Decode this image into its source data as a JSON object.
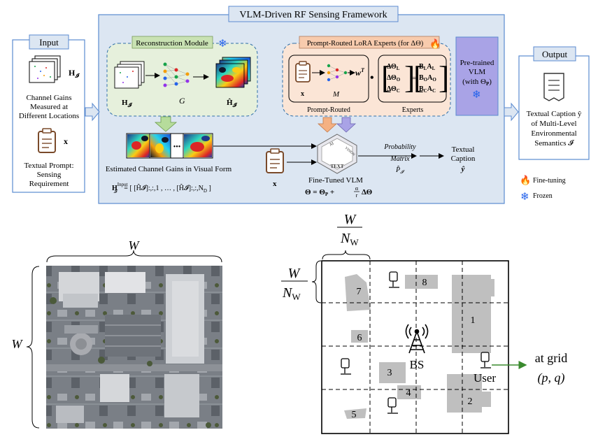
{
  "framework": {
    "title": "VLM-Driven RF Sensing Framework",
    "input_title": "Input",
    "output_title": "Output",
    "input_h_label": "H",
    "input_h_sub": "𝓘",
    "input_caption_1": "Channel Gains",
    "input_caption_2": "Measured at",
    "input_caption_3": "Different Locations",
    "input_x_label": "x",
    "prompt_caption_1": "Textual Prompt:",
    "prompt_caption_2": "Sensing",
    "prompt_caption_3": "Requirement",
    "recon_title": "Reconstruction Module",
    "recon_h_in": "H",
    "recon_h_in_sub": "𝓘",
    "recon_g": "G",
    "recon_h_out": "Ĥ",
    "recon_h_out_sub": "𝓘",
    "lora_title": "Prompt-Routed LoRA Experts (for ΔΘ)",
    "router_x": "x",
    "router_m": "M",
    "router_w": "w",
    "router_w_sup": "T",
    "router_dot": "•",
    "delta_rows": [
      "ΔΘ",
      "ΔΘ",
      "ΔΘ"
    ],
    "delta_subs": [
      "L",
      "O",
      "C"
    ],
    "ba_b": [
      "B",
      "B",
      "B"
    ],
    "ba_a": [
      "A",
      "A",
      "A"
    ],
    "ba_subs": [
      "L",
      "O",
      "C"
    ],
    "prompt_routed_label": "Prompt-Routed",
    "experts_label": "Experts",
    "pretrained_1": "Pre-trained",
    "pretrained_2": "VLM",
    "pretrained_3": "(with Θ",
    "pretrained_3_sub": "P",
    "pretrained_3_end": ")",
    "visual_caption": "Estimated Channel Gains in Visual Form",
    "dots": "•••",
    "hinput_formula": "H",
    "hinput_sup": "Input",
    "hinput_sub": "𝓘",
    "hinput_rhs": "= [ [Ĥ𝓘]:,:,1 , … , [Ĥ𝓘]:,:,N",
    "hinput_rhs_sub": "D",
    "hinput_rhs_end": " ]",
    "x_bottom": "x",
    "vlm_badge_ai": "AI",
    "vlm_badge_vision": "VISION",
    "vlm_badge_text": "TEXT",
    "finetuned_1": "Fine-Tuned VLM",
    "finetuned_2": "Θ = Θ",
    "finetuned_2_sub": "P",
    "finetuned_2_end": " + ",
    "finetuned_frac_num": "α",
    "finetuned_frac_den": "r",
    "finetuned_2_tail": "ΔΘ",
    "prob_1": "Probability",
    "prob_2": "Matrix",
    "prob_3": "P̂",
    "prob_3_sub": "𝓘",
    "textual_1": "Textual",
    "textual_2": "Caption",
    "textual_3": "ŷ",
    "output_caption_1": "Textual Caption ŷ",
    "output_caption_2": "of Multi-Level",
    "output_caption_3": "Environmental",
    "output_caption_4": "Semantics 𝓘",
    "legend_finetune": "Fine-tuning",
    "legend_frozen": "Frozen"
  },
  "bottom": {
    "w_top": "W",
    "w_left": "W",
    "grid_frac_num_top": "W",
    "grid_frac_den_top": "N",
    "grid_frac_den_top_sub": "W",
    "grid_frac_num_left": "W",
    "grid_frac_den_left": "N",
    "grid_frac_den_left_sub": "W",
    "buildings": [
      "1",
      "2",
      "3",
      "4",
      "5",
      "6",
      "7",
      "8"
    ],
    "bs_label": "BS",
    "user_label": "User",
    "at_grid_1": "at grid",
    "at_grid_2": "(p, q)"
  },
  "colors": {
    "framework_bg": "#dce6f2",
    "framework_border": "#5b8bd0",
    "recon_bg": "#e6f0dc",
    "lora_bg": "#fbe5d6",
    "pretrained_bg": "#a9a3e6",
    "building_gray": "#bfbfbf",
    "arrow_green": "#3a8a2e"
  }
}
